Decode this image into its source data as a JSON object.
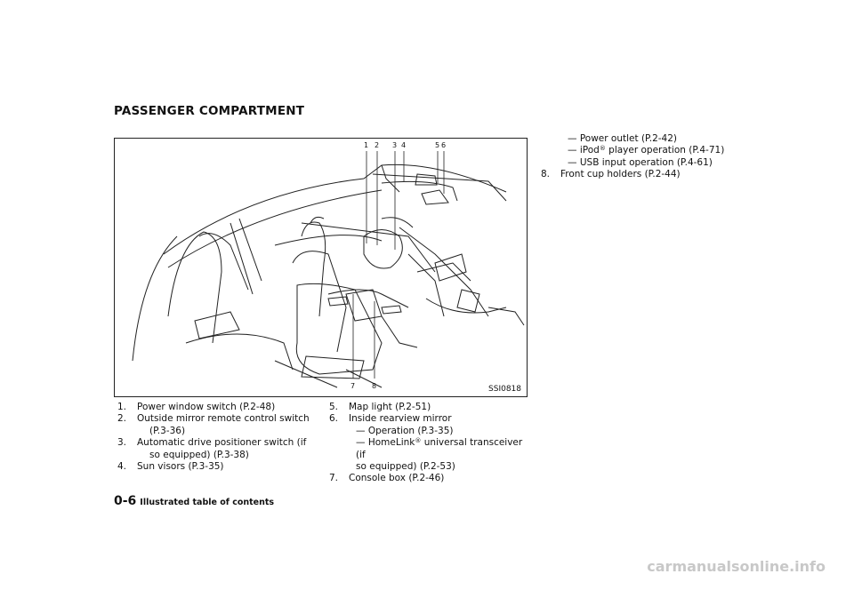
{
  "section": {
    "title": "PASSENGER COMPARTMENT"
  },
  "figure": {
    "code": "SSI0818",
    "callouts_top": [
      "1",
      "2",
      "3",
      "4",
      "5",
      "6"
    ],
    "callouts_bottom": [
      "7",
      "8"
    ]
  },
  "list": {
    "items": [
      {
        "num": "1.",
        "text": "Power window switch (P.2-48)"
      },
      {
        "num": "2.",
        "text": "Outside mirror remote control switch",
        "cont": "(P.3-36)"
      },
      {
        "num": "3.",
        "text": "Automatic drive positioner switch (if",
        "cont": "so equipped) (P.3-38)"
      },
      {
        "num": "4.",
        "text": "Sun visors (P.3-35)"
      },
      {
        "num": "5.",
        "text": "Map light (P.2-51)"
      },
      {
        "num": "6.",
        "text": "Inside rearview mirror"
      },
      {
        "num": "",
        "text": "— Operation (P.3-35)"
      },
      {
        "num": "",
        "text": "— HomeLink",
        "sup": "®",
        "text2": " universal transceiver (if",
        "cont": "so equipped) (P.2-53)"
      },
      {
        "num": "7.",
        "text": "Console box (P.2-46)"
      },
      {
        "num": "",
        "text": "— Power outlet (P.2-42)"
      },
      {
        "num": "",
        "text": "— iPod",
        "sup": "®",
        "text2": " player operation (P.4-71)"
      },
      {
        "num": "",
        "text": "— USB input operation (P.4-61)"
      },
      {
        "num": "8.",
        "text": "Front cup holders (P.2-44)"
      }
    ]
  },
  "footer": {
    "page": "0-6",
    "title": "Illustrated table of contents"
  },
  "watermark": "carmanualsonline.info"
}
